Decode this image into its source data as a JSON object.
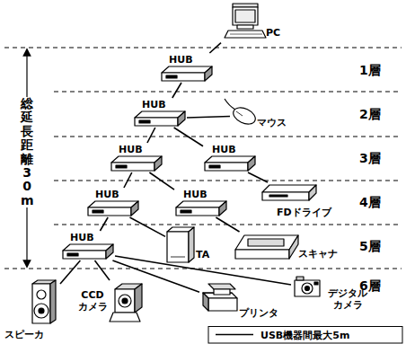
{
  "diagram": {
    "nodes": [
      {
        "text": [
          "PC"
        ]
      },
      {
        "text": [
          "HUB"
        ]
      },
      {
        "text": [
          "HUB"
        ]
      },
      {
        "text": [
          "マウス"
        ]
      },
      {
        "text": [
          "HUB"
        ]
      },
      {
        "text": [
          "HUB"
        ]
      },
      {
        "text": [
          "HUB"
        ]
      },
      {
        "text": [
          "HUB"
        ]
      },
      {
        "text": [
          "FDドライブ"
        ]
      },
      {
        "text": [
          "HUB"
        ]
      },
      {
        "text": [
          "TA"
        ]
      },
      {
        "text": [
          "スキャナ"
        ]
      },
      {
        "text": [
          "スピーカ"
        ]
      },
      {
        "text": [
          "CCD カメラ"
        ]
      },
      {
        "text": [
          "プリンタ"
        ]
      },
      {
        "text": [
          "デジタル カメラ"
        ]
      }
    ],
    "edges": [
      {
        "from": 0,
        "to": 1,
        "arrow": "none"
      },
      {
        "from": 1,
        "to": 2,
        "arrow": "none"
      },
      {
        "from": 2,
        "to": 3,
        "arrow": "none"
      },
      {
        "from": 2,
        "to": 4,
        "arrow": "none"
      },
      {
        "from": 2,
        "to": 5,
        "arrow": "none"
      },
      {
        "from": 4,
        "to": 6,
        "arrow": "none"
      },
      {
        "from": 4,
        "to": 7,
        "arrow": "none"
      },
      {
        "from": 5,
        "to": 8,
        "arrow": "none"
      },
      {
        "from": 6,
        "to": 9,
        "arrow": "none"
      },
      {
        "from": 6,
        "to": 10,
        "arrow": "none"
      },
      {
        "from": 7,
        "to": 11,
        "arrow": "none"
      },
      {
        "from": 9,
        "to": 12,
        "arrow": "none"
      },
      {
        "from": 9,
        "to": 13,
        "arrow": "none"
      },
      {
        "from": 9,
        "to": 14,
        "arrow": "none"
      },
      {
        "from": 9,
        "to": 15,
        "arrow": "none"
      }
    ],
    "labels": [
      "1層",
      "2層",
      "3層",
      "4層",
      "5層",
      "6層",
      "総延長距離30m"
    ],
    "legend": [
      {
        "text": "USB機器間最大5m"
      }
    ]
  }
}
